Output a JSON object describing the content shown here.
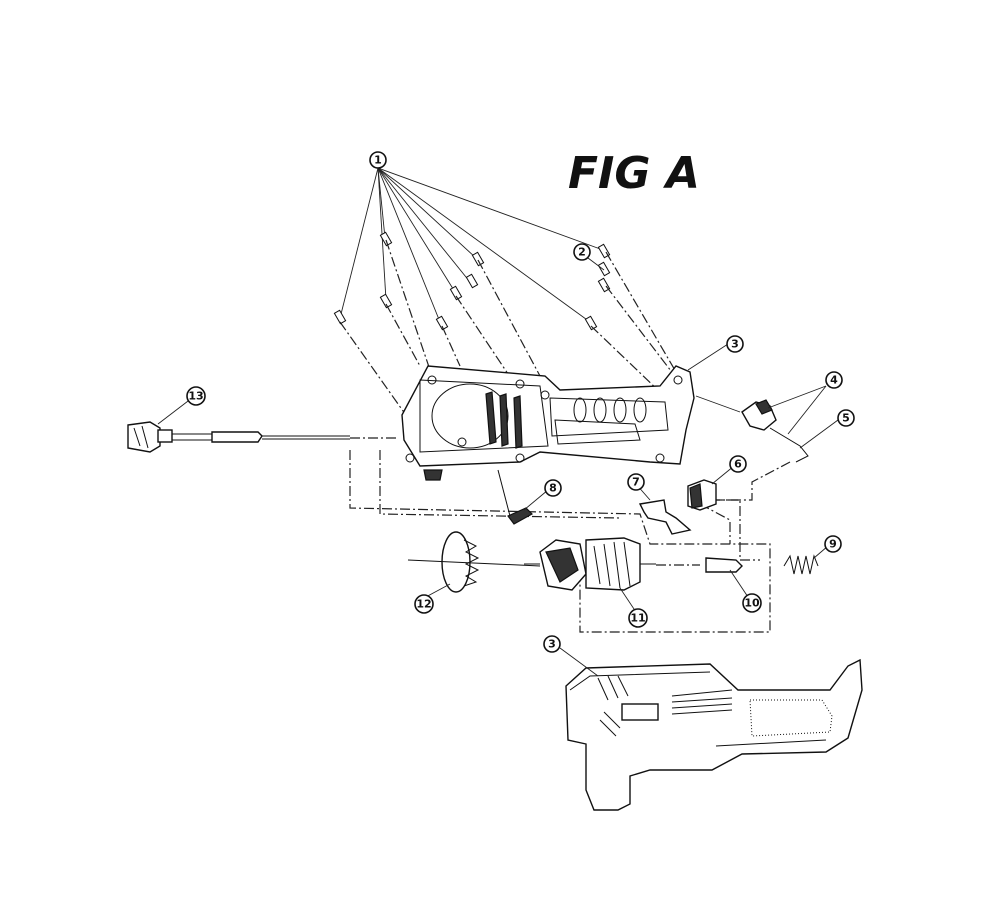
{
  "figure": {
    "title": "FIG A"
  },
  "callouts": [
    {
      "id": "c1",
      "label": "1"
    },
    {
      "id": "c2",
      "label": "2"
    },
    {
      "id": "c3a",
      "label": "3"
    },
    {
      "id": "c3b",
      "label": "3"
    },
    {
      "id": "c4",
      "label": "4"
    },
    {
      "id": "c5",
      "label": "5"
    },
    {
      "id": "c6",
      "label": "6"
    },
    {
      "id": "c7",
      "label": "7"
    },
    {
      "id": "c8",
      "label": "8"
    },
    {
      "id": "c9",
      "label": "9"
    },
    {
      "id": "c10",
      "label": "10"
    },
    {
      "id": "c11",
      "label": "11"
    },
    {
      "id": "c12",
      "label": "12"
    },
    {
      "id": "c13",
      "label": "13"
    }
  ]
}
